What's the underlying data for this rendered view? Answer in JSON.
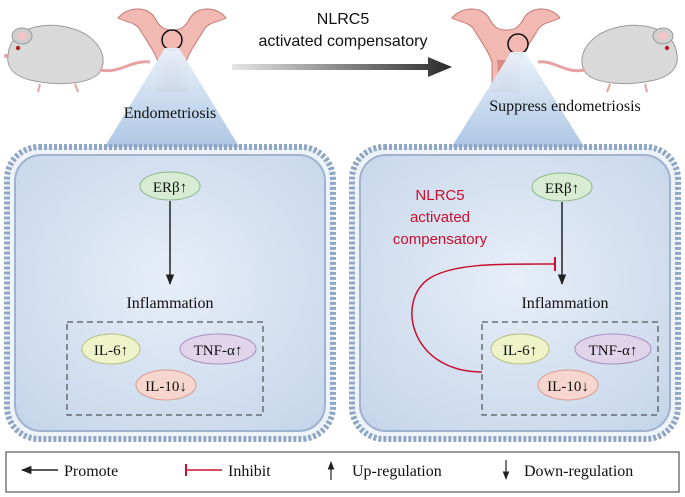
{
  "top_arrow": {
    "line1": "NLRC5",
    "line2": "activated compensatory"
  },
  "left_panel": {
    "title": "Endometriosis",
    "receptor": "ERβ↑",
    "process": "Inflammation",
    "markers": [
      "IL-6↑",
      "TNF-α↑",
      "IL-10↓"
    ]
  },
  "right_panel": {
    "title": "Suppress endometriosis",
    "receptor": "ERβ↑",
    "process": "Inflammation",
    "markers": [
      "IL-6↑",
      "TNF-α↑",
      "IL-10↓"
    ],
    "inhibitor_line1": "NLRC5",
    "inhibitor_line2": "activated",
    "inhibitor_line3": "compensatory"
  },
  "legend": {
    "promote": "Promote",
    "inhibit": "Inhibit",
    "up": "Up-regulation",
    "down": "Down-regulation"
  },
  "colors": {
    "inhibit_red": "#c8102e",
    "cell_fill": "#dbe6f3",
    "membrane": "#8fa6c4",
    "er_fill": "#d7ecd2",
    "il6_fill": "#eef3c9",
    "tnf_fill": "#e0d4ea",
    "il10_fill": "#f7d6cf"
  }
}
